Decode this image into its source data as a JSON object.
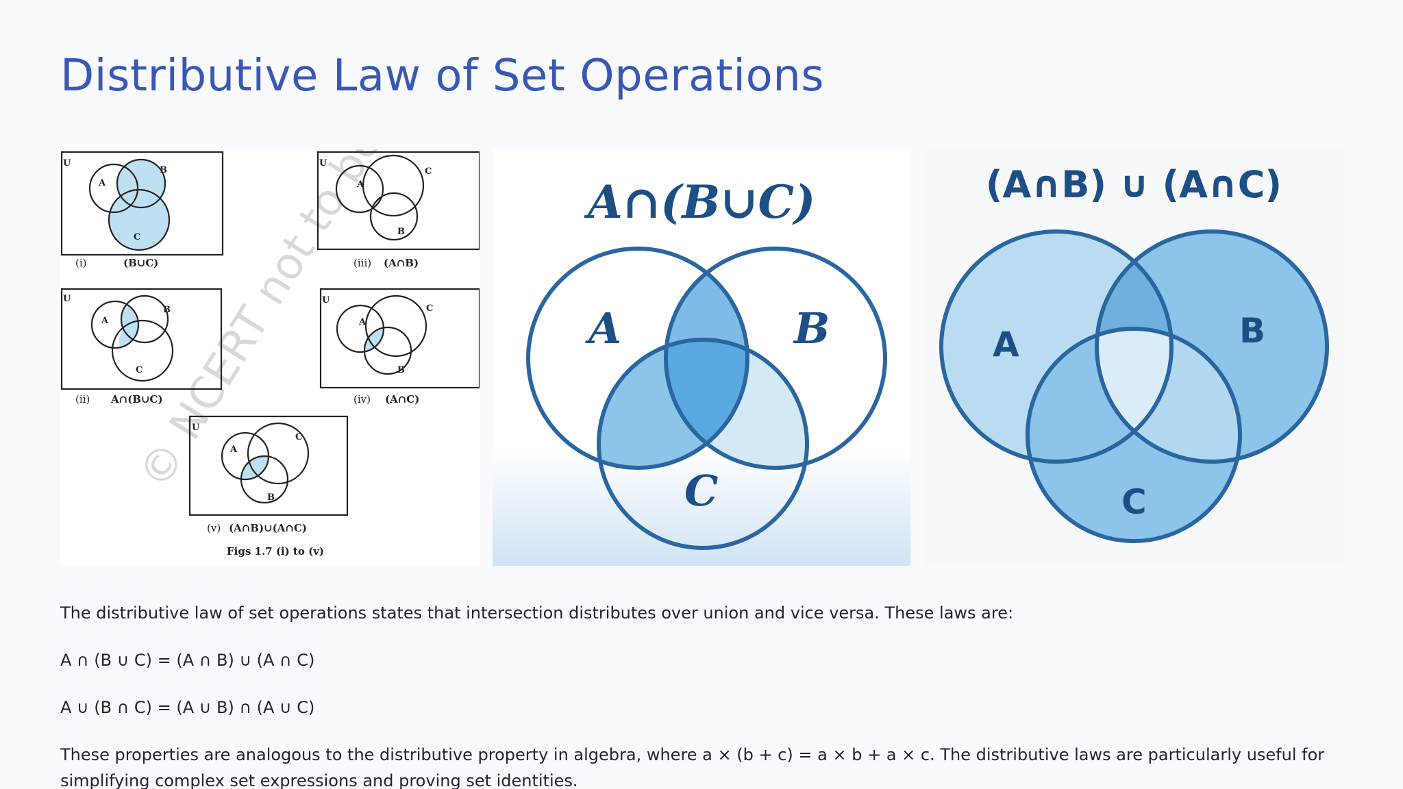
{
  "title": "Distributive Law of Set Operations",
  "ncert_figure": {
    "universe_label": "U",
    "fig1": {
      "a": "A",
      "b": "B",
      "c": "C",
      "num": "(i)",
      "caption": "(B∪C)"
    },
    "fig2": {
      "a": "A",
      "b": "B",
      "c": "C",
      "num": "(ii)",
      "caption": "A∩(B∪C)"
    },
    "fig3": {
      "a": "A",
      "b": "B",
      "c": "C",
      "num": "(iii)",
      "caption": "(A∩B)"
    },
    "fig4": {
      "a": "A",
      "b": "B",
      "c": "C",
      "num": "(iv)",
      "caption": "(A∩C)"
    },
    "fig5": {
      "a": "A",
      "b": "B",
      "c": "C",
      "num": "(v)",
      "caption": "(A∩B)∪(A∩C)"
    },
    "figs_caption": "Figs 1.7 (i) to (v)",
    "watermark": "© NCERT not to be republished"
  },
  "diagram_left": {
    "formula": "A∩(B∪C)",
    "a": "A",
    "b": "B",
    "c": "C"
  },
  "diagram_right": {
    "formula": "(A∩B) ∪ (A∩C)",
    "a": "A",
    "b": "B",
    "c": "C"
  },
  "colors": {
    "title": "#3a58b3",
    "venn_stroke": "#2a66a0",
    "venn_label": "#1d4f86",
    "fill_light": "#b9dcf2",
    "fill_mid": "#8cc4ea",
    "fill_dark": "#5aa8e0"
  },
  "paragraphs": {
    "intro": "The distributive law of set operations states that intersection distributes over union and vice versa. These laws are:",
    "law1": "A ∩ (B ∪ C) = (A ∩ B) ∪ (A ∩ C)",
    "law2": "A ∪ (B ∩ C) = (A ∪ B) ∩ (A ∪ C)",
    "outro": "These properties are analogous to the distributive property in algebra, where a × (b + c) = a × b + a × c. The distributive laws are particularly useful for simplifying complex set expressions and proving set identities."
  }
}
